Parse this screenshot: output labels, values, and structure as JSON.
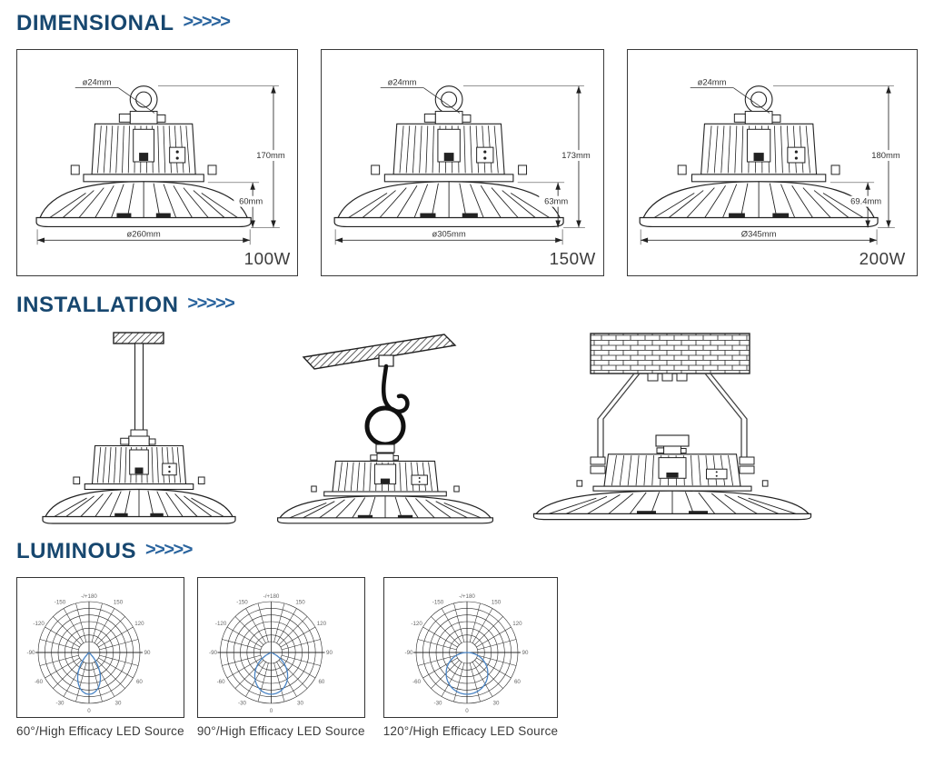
{
  "page": {
    "background": "#ffffff"
  },
  "colors": {
    "heading": "#17476f",
    "chevron": "#2a649e",
    "line_art": "#222222",
    "beam_curve": "#4a85c6",
    "label_text": "#333333"
  },
  "sections": {
    "dimensional": {
      "title": "DIMENSIONAL",
      "chevrons": ">>>>>"
    },
    "installation": {
      "title": "INSTALLATION",
      "chevrons": ">>>>>"
    },
    "luminous": {
      "title": "LUMINOUS",
      "chevrons": ">>>>>"
    }
  },
  "dimensional": {
    "models": [
      {
        "wattage": "100W",
        "ring_diameter": "ø24mm",
        "total_height": "170mm",
        "body_height": "60mm",
        "body_diameter": "ø260mm"
      },
      {
        "wattage": "150W",
        "ring_diameter": "ø24mm",
        "total_height": "173mm",
        "body_height": "63mm",
        "body_diameter": "ø305mm"
      },
      {
        "wattage": "200W",
        "ring_diameter": "ø24mm",
        "total_height": "180mm",
        "body_height": "69.4mm",
        "body_diameter": "Ø345mm"
      }
    ]
  },
  "installation": {
    "methods": [
      {
        "name": "ceiling-rod-mount"
      },
      {
        "name": "hook-mount"
      },
      {
        "name": "bracket-mount"
      }
    ]
  },
  "luminous": {
    "charts": [
      {
        "caption": "60°/High Efficacy LED Source",
        "beam_angle": 60
      },
      {
        "caption": "90°/High Efficacy LED Source",
        "beam_angle": 90
      },
      {
        "caption": "120°/High Efficacy LED Source",
        "beam_angle": 120
      }
    ],
    "angle_labels": [
      {
        "angle": 180,
        "label": "-/+180"
      },
      {
        "angle": 150,
        "label": "150"
      },
      {
        "angle": 120,
        "label": "120"
      },
      {
        "angle": 90,
        "label": "90"
      },
      {
        "angle": 60,
        "label": "60"
      },
      {
        "angle": 30,
        "label": "30"
      },
      {
        "angle": 0,
        "label": "0"
      },
      {
        "angle": -30,
        "label": "-30"
      },
      {
        "angle": -60,
        "label": "-60"
      },
      {
        "angle": -90,
        "label": "-90"
      },
      {
        "angle": -120,
        "label": "-120"
      },
      {
        "angle": -150,
        "label": "-150"
      }
    ]
  },
  "chart_data": [
    {
      "type": "polar",
      "title": "60°/High Efficacy LED Source",
      "beam_angle_deg": 60,
      "angle_ticks_deg": [
        -150,
        -120,
        -90,
        -60,
        -30,
        0,
        30,
        60,
        90,
        120,
        150,
        180
      ],
      "curve": "luminous intensity lobe centered at 0° (nadir), half intensity at ±30°"
    },
    {
      "type": "polar",
      "title": "90°/High Efficacy LED Source",
      "beam_angle_deg": 90,
      "angle_ticks_deg": [
        -150,
        -120,
        -90,
        -60,
        -30,
        0,
        30,
        60,
        90,
        120,
        150,
        180
      ],
      "curve": "luminous intensity lobe centered at 0° (nadir), half intensity at ±45°"
    },
    {
      "type": "polar",
      "title": "120°/High Efficacy LED Source",
      "beam_angle_deg": 120,
      "angle_ticks_deg": [
        -150,
        -120,
        -90,
        -60,
        -30,
        0,
        30,
        60,
        90,
        120,
        150,
        180
      ],
      "curve": "luminous intensity lobe centered at 0° (nadir), half intensity at ±60°"
    }
  ]
}
